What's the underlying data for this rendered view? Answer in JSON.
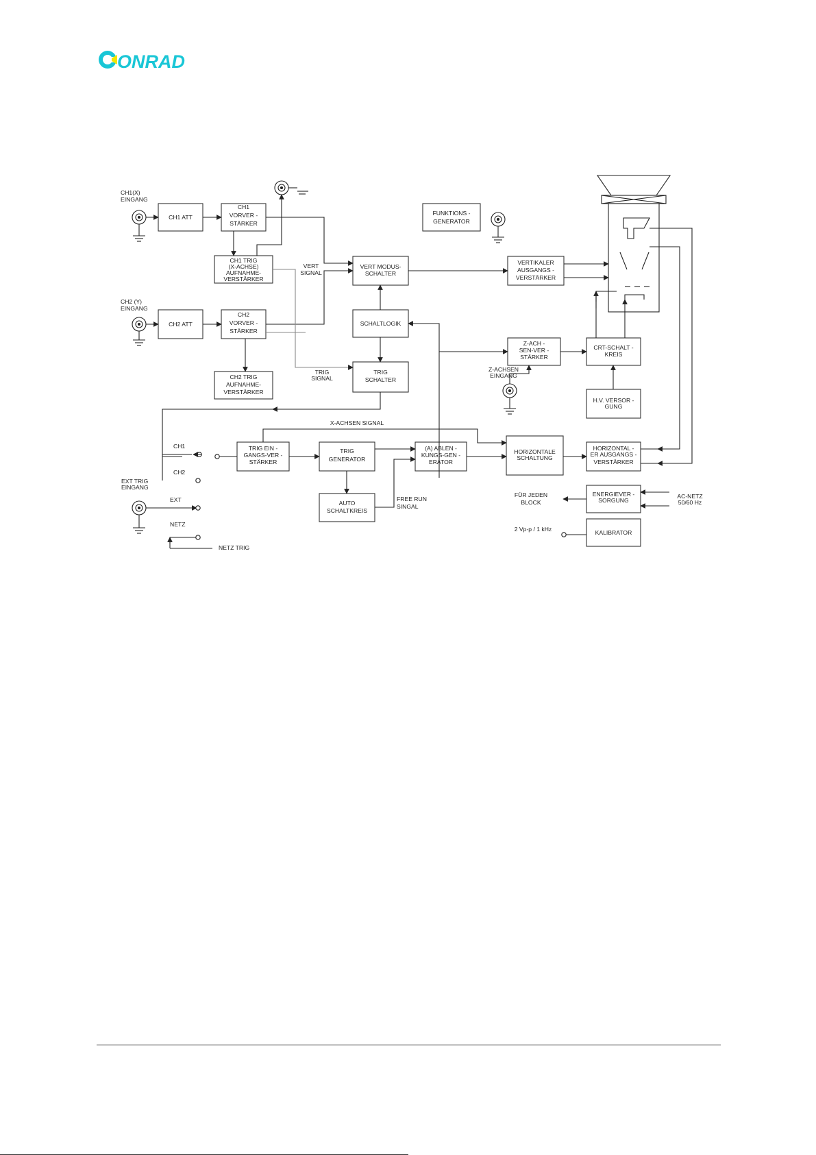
{
  "brand": {
    "name": "CONRAD",
    "color": "#19c6d6",
    "accent": "#f2e600"
  },
  "blocks": {
    "ch1_att": [
      "CH1 ATT"
    ],
    "ch1_pre": [
      "CH1",
      "VORVER -",
      "STÄRKER"
    ],
    "ch1_trig": [
      "CH1 TRIG",
      "(X-ACHSE)",
      "AUFNAHME-",
      "VERSTÄRKER"
    ],
    "ch2_att": [
      "CH2 ATT"
    ],
    "ch2_pre": [
      "CH2",
      "VORVER -",
      "STÄRKER"
    ],
    "ch2_trig": [
      "CH2 TRIG",
      "AUFNAHME-",
      "VERSTÄRKER"
    ],
    "func_gen": [
      "FUNKTIONS -",
      "GENERATOR"
    ],
    "vert_mode": [
      "VERT MODUS-",
      "SCHALTER"
    ],
    "switch_logic": [
      "SCHALTLOGIK"
    ],
    "trig_switch": [
      "TRIG",
      "SCHALTER"
    ],
    "vert_out": [
      "VERTIKALER",
      "AUSGANGS -",
      "VERSTÄRKER"
    ],
    "z_amp": [
      "Z-ACH -",
      "SEN-VER -",
      "STÄRKER"
    ],
    "crt_circuit": [
      "CRT-SCHALT -",
      "KREIS"
    ],
    "hv_supply": [
      "H.V. VERSOR -",
      "GUNG"
    ],
    "trig_input_amp": [
      "TRIG EIN -",
      "GANGS-VER -",
      "STÄRKER"
    ],
    "trig_gen": [
      "TRIG",
      "GENERATOR"
    ],
    "sweep_gen": [
      "(A) ABLEN -",
      "KUNGS-GEN -",
      "ERATOR"
    ],
    "horiz_switch": [
      "HORIZONTALE",
      "SCHALTUNG"
    ],
    "horiz_out": [
      "HORIZONTAL -",
      "ER AUSGANGS -",
      "VERSTÄRKER"
    ],
    "auto_circuit": [
      "AUTO",
      "SCHALTKREIS"
    ],
    "power_supply": [
      "ENERGIEVER -",
      "SORGUNG"
    ],
    "calibrator": [
      "KALIBRATOR"
    ]
  },
  "labels": {
    "ch1_input": [
      "CH1(X)",
      "EINGANG"
    ],
    "ch2_input": [
      "CH2 (Y)",
      "EINGANG"
    ],
    "vert_signal": [
      "VERT",
      "SIGNAL"
    ],
    "trig_signal": [
      "TRIG",
      "SIGNAL"
    ],
    "z_input": [
      "Z-ACHSEN",
      "EINGANG"
    ],
    "x_signal": [
      "X-ACHSEN SIGNAL"
    ],
    "ch1": [
      "CH1"
    ],
    "ch2": [
      "CH2"
    ],
    "ext_trig": [
      "EXT TRIG",
      "EINGANG"
    ],
    "ext": [
      "EXT"
    ],
    "netz": [
      "NETZ"
    ],
    "netz_trig": [
      "NETZ TRIG"
    ],
    "free_run": [
      "FREE RUN",
      "SINGAL"
    ],
    "for_each_block": [
      "FÜR JEDEN",
      "BLOCK"
    ],
    "ac_mains": [
      "AC-NETZ",
      "50/60 Hz"
    ],
    "calib_out": [
      "2 Vp-p / 1 kHz"
    ]
  }
}
